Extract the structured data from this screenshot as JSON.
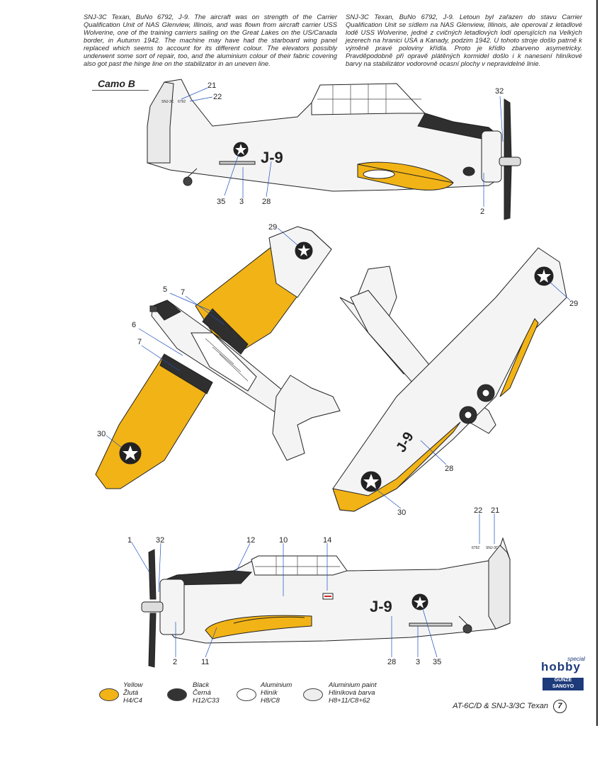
{
  "intro": {
    "en": "SNJ-3C Texan, BuNo 6792, J-9. The aircraft was on strength of the Carrier Qualification Unit of NAS Glenview, Illinois, and was flown from aircraft carrier USS Wolverine, one of the training carriers sailing on the Great Lakes on the US/Canada border, in Autumn 1942. The machine may have had the starboard wing panel replaced which seems to account for its different colour. The elevators possibly underwent some sort of repair, too, and the aluminium colour of their fabric covering also got past the hinge line on the stabilizator in an uneven line.",
    "cz": "SNJ-3C Texan, BuNo 6792, J-9. Letoun byl zařazen do stavu Carrier Qualification Unit se sídlem na NAS Glenview, Illinois, ale operoval z letadlové lodě USS Wolverine, jedné z cvičných letadlových lodí operujících na Velkých jezerech na hranici USA a Kanady, podzim 1942. U tohoto stroje došlo patrně k výměně pravé poloviny křídla. Proto je křídlo zbarveno asymetricky. Pravděpodobně při opravě plátěných kormidel došlo i k nanesení hliníkové barvy na stabilizátor vodorovně ocasní plochy v nepravidelné linie."
  },
  "camo_label": "Camo B",
  "aircraft_code": "J-9",
  "fin_text_a": "SNJ-3C",
  "fin_text_b": "6792",
  "callouts": {
    "top_profile": [
      "21",
      "22",
      "32",
      "35",
      "3",
      "28",
      "2"
    ],
    "upper_plan": [
      "29",
      "5",
      "7",
      "6",
      "7",
      "30"
    ],
    "lower_plan": [
      "29",
      "28",
      "30"
    ],
    "bottom_profile": [
      "1",
      "32",
      "12",
      "10",
      "14",
      "22",
      "21",
      "2",
      "11",
      "28",
      "3",
      "35"
    ]
  },
  "legend": [
    {
      "en": "Yellow",
      "cz": "Žlutá",
      "code": "H4/C4",
      "color": "#f2b316"
    },
    {
      "en": "Black",
      "cz": "Černá",
      "code": "H12/C33",
      "color": "#333333"
    },
    {
      "en": "Aluminium",
      "cz": "Hliník",
      "code": "H8/C8",
      "color": "#ffffff"
    },
    {
      "en": "Aluminium paint",
      "cz": "Hliníková barva",
      "code": "H8+11/C8+62",
      "color": "#eeeeee"
    }
  ],
  "brand": {
    "special": "special",
    "hobby": "hobby",
    "gunze_1": "GUNZE",
    "gunze_2": "SANGYO"
  },
  "footer": {
    "title": "AT-6C/D & SNJ-3/3C Texan",
    "page": "7"
  },
  "colors": {
    "yellow": "#f2b316",
    "black": "#2f2f2f",
    "aluminium": "#f4f4f4",
    "line": "#222222"
  }
}
